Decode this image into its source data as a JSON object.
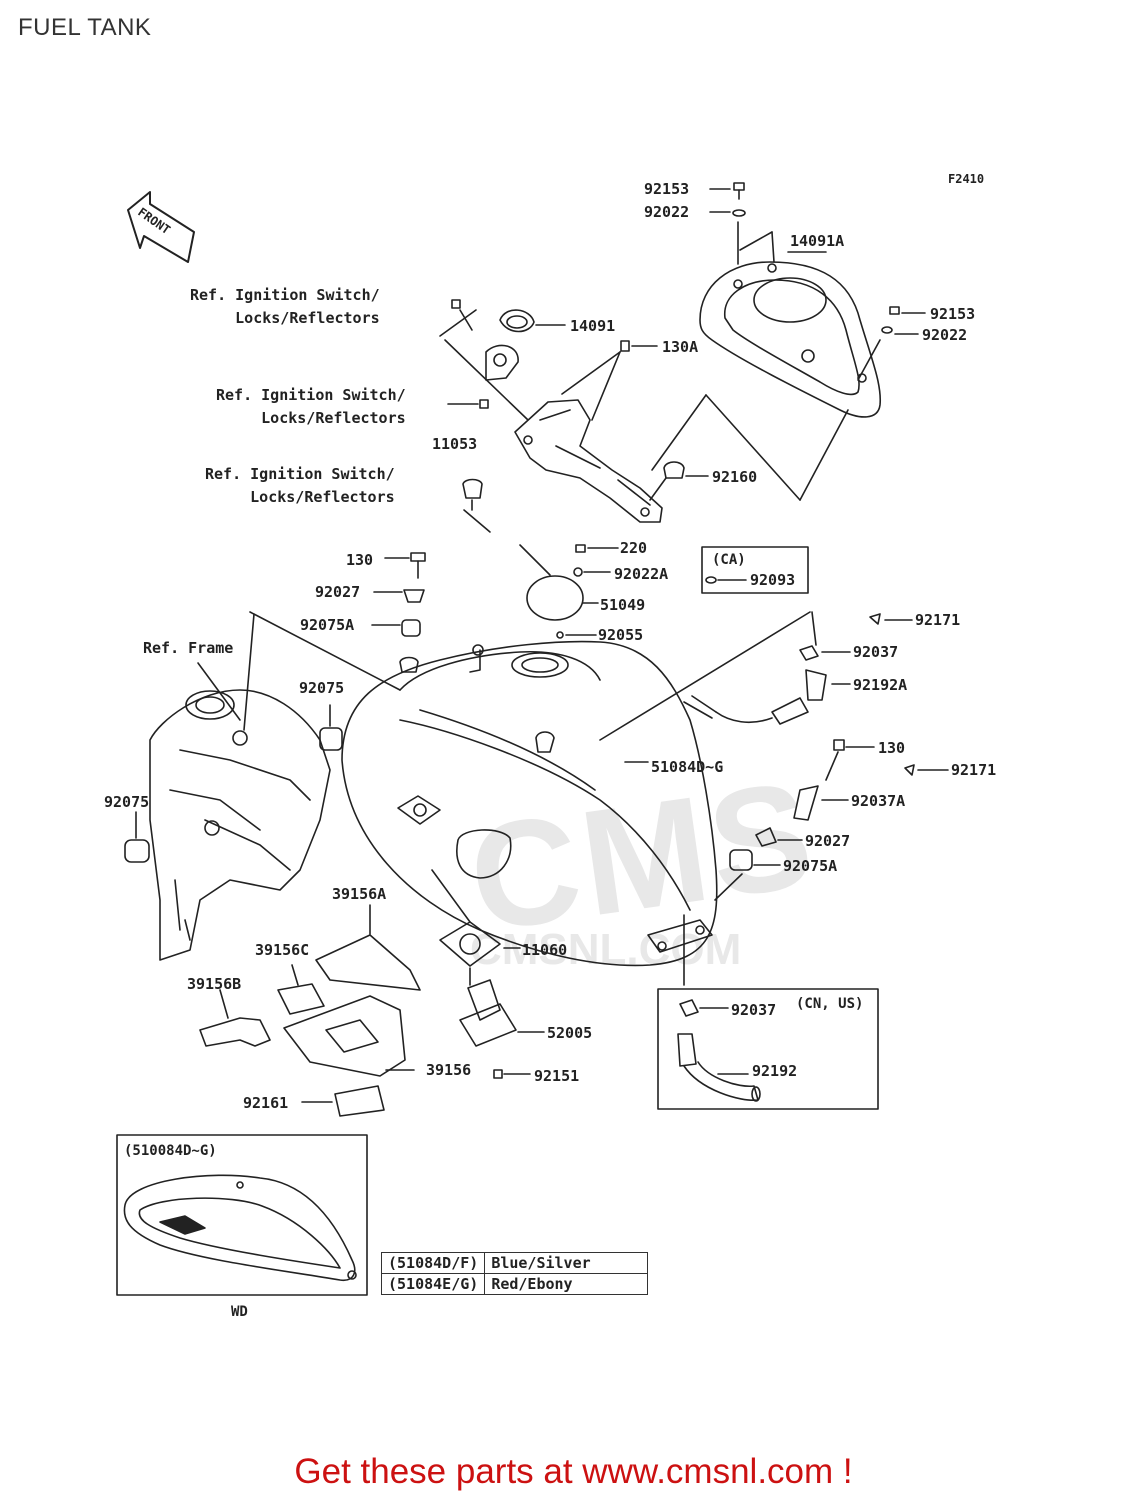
{
  "page": {
    "title": "FUEL TANK",
    "diagram_code": "F2410"
  },
  "front_marker": "FRONT",
  "references": [
    "Ref. Ignition Switch/\nLocks/Reflectors",
    "Ref. Ignition Switch/\nLocks/Reflectors",
    "Ref. Ignition Switch/\nLocks/Reflectors",
    "Ref. Frame"
  ],
  "part_labels": {
    "p92153_top": "92153",
    "p92022_top": "92022",
    "p14091A": "14091A",
    "p92153_right": "92153",
    "p92022_right": "92022",
    "p14091": "14091",
    "p130A": "130A",
    "p11053": "11053",
    "p92160": "92160",
    "p220": "220",
    "p92022A": "92022A",
    "p130_left": "130",
    "p92027_left": "92027",
    "p51049": "51049",
    "p92075A_left": "92075A",
    "p92055": "92055",
    "p92075_upper": "92075",
    "p92075_lower": "92075",
    "p92171_upper": "92171",
    "p92037_upper": "92037",
    "p92192A": "92192A",
    "p51084": "51084D~G",
    "p130_right": "130",
    "p92171_lower": "92171",
    "p92037A": "92037A",
    "p92027_right": "92027",
    "p92075A_right": "92075A",
    "p39156A": "39156A",
    "p39156C": "39156C",
    "p39156B": "39156B",
    "p11060": "11060",
    "p52005": "52005",
    "p39156": "39156",
    "p92151": "92151",
    "p92161": "92161",
    "p92037_lower": "92037",
    "p92192": "92192",
    "p92093": "92093"
  },
  "boxes": {
    "ca_label": "(CA)",
    "cn_us_label": "(CN, US)",
    "variant_label": "(510084D~G)",
    "variant_caption": "WD"
  },
  "color_table": [
    {
      "code": "(51084D/F)",
      "color": "Blue/Silver"
    },
    {
      "code": "(51084E/G)",
      "color": "Red/Ebony"
    }
  ],
  "watermark": {
    "text_main": "CMS",
    "text_site": "CMSNL.COM"
  },
  "footer": {
    "text": "Get these parts at www.cmsnl.com !"
  },
  "colors": {
    "footer": "#cc1111",
    "ink": "#222222",
    "watermark": "#e6e6e6"
  }
}
